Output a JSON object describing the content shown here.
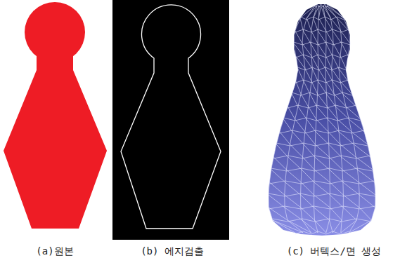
{
  "diagram": {
    "labels": [
      "(a)원본",
      "(b) 에지검출",
      "(c) 버텍스/면 생성"
    ]
  }
}
